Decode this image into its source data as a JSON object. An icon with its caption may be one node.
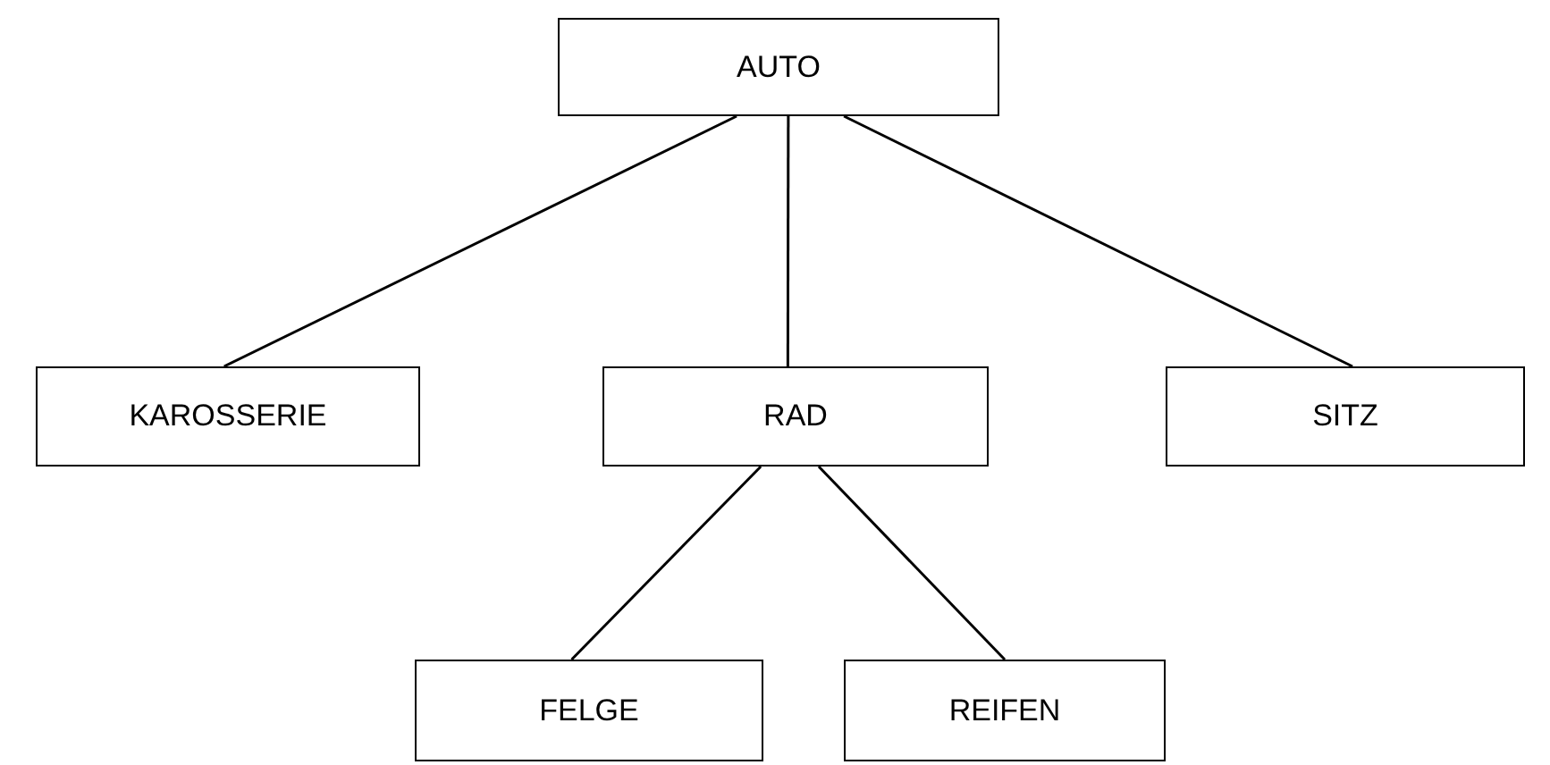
{
  "diagram": {
    "nodes": [
      {
        "text": [
          "AUTO"
        ]
      },
      {
        "text": [
          "KAROSSERIE"
        ]
      },
      {
        "text": [
          "RAD"
        ]
      },
      {
        "text": [
          "SITZ"
        ]
      },
      {
        "text": [
          "FELGE"
        ]
      },
      {
        "text": [
          "REIFEN"
        ]
      }
    ],
    "edges": [
      {
        "from": 0,
        "to": 1,
        "arrow": "none"
      },
      {
        "from": 0,
        "to": 2,
        "arrow": "none"
      },
      {
        "from": 0,
        "to": 3,
        "arrow": "none"
      },
      {
        "from": 2,
        "to": 4,
        "arrow": "none"
      },
      {
        "from": 2,
        "to": 5,
        "arrow": "none"
      }
    ]
  }
}
